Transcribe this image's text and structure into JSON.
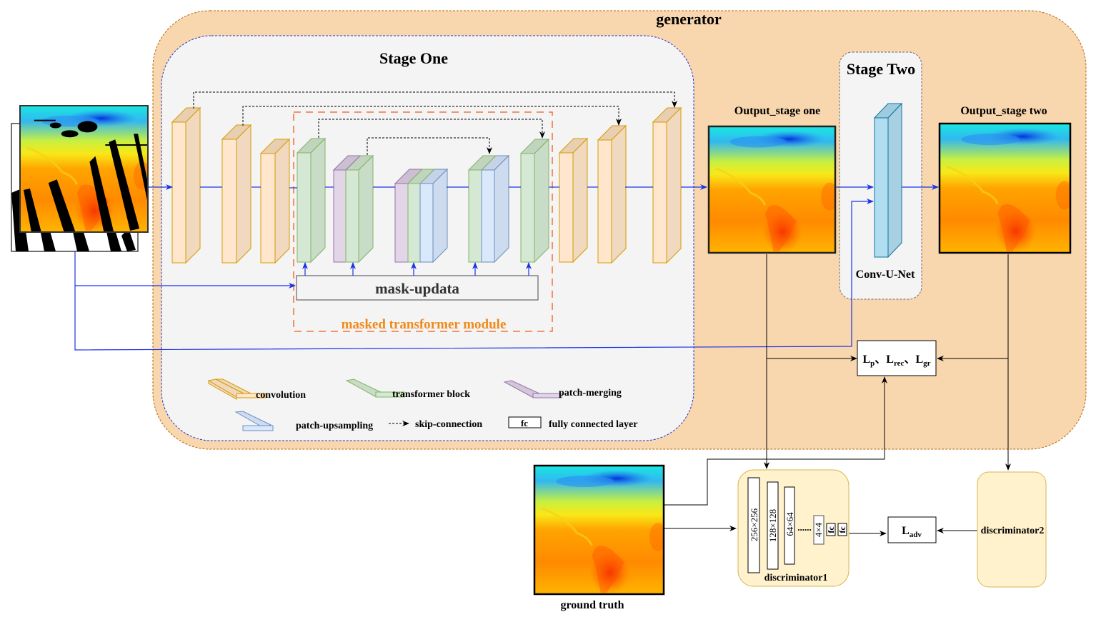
{
  "title": "generator",
  "stage_one": {
    "title": "Stage One",
    "module_label": "masked transformer module",
    "mask_box_label": "mask-updata"
  },
  "stage_two": {
    "title": "Stage Two",
    "net_label": "Conv-U-Net"
  },
  "outputs": {
    "stage_one_label": "Output_stage one",
    "stage_two_label": "Output_stage two",
    "ground_truth_label": "ground truth"
  },
  "losses": {
    "combined": {
      "parts": [
        {
          "main": "L",
          "sub": "p"
        },
        {
          "main": "L",
          "sub": "rec"
        },
        {
          "main": "L",
          "sub": "gr"
        }
      ],
      "separator": "、"
    },
    "adversarial": {
      "main": "L",
      "sub": "adv"
    }
  },
  "discriminator1": {
    "label": "discriminator1",
    "layers": [
      "256×256",
      "128×128",
      "64×64",
      "4×4"
    ],
    "ellipsis": "......",
    "fc_labels": [
      "fc",
      "fc"
    ]
  },
  "discriminator2": {
    "label": "discriminator2"
  },
  "legend": {
    "items": [
      {
        "key": "convolution",
        "label": "convolution"
      },
      {
        "key": "transformer",
        "label": "transformer block"
      },
      {
        "key": "merging",
        "label": "patch-merging"
      },
      {
        "key": "upsampling",
        "label": "patch-upsampling"
      },
      {
        "key": "skip",
        "label": "skip-connection"
      },
      {
        "key": "fc",
        "label": "fully connected layer",
        "box_text": "fc"
      }
    ]
  },
  "colors": {
    "generator_fill": "#f9d7ae",
    "generator_stroke": "#b46504",
    "stage_fill": "#f4f4f4",
    "stage_one_stroke": "#2233cc",
    "module_stroke": "#f05a1a",
    "module_label": "#f08a1a",
    "conv_fill": "#ffe6cc",
    "conv_stroke": "#d79b00",
    "trans_fill": "#d5e8d4",
    "trans_stroke": "#82b366",
    "merge_fill": "#e1d5e7",
    "merge_stroke": "#9673a6",
    "up_fill": "#dae8fc",
    "up_stroke": "#6c8ebf",
    "unet_fill": "#b1ddf0",
    "unet_stroke": "#10739e",
    "disc_fill": "#fff2cc",
    "disc_stroke": "#d6b656",
    "flow_line": "#1a33e6"
  }
}
